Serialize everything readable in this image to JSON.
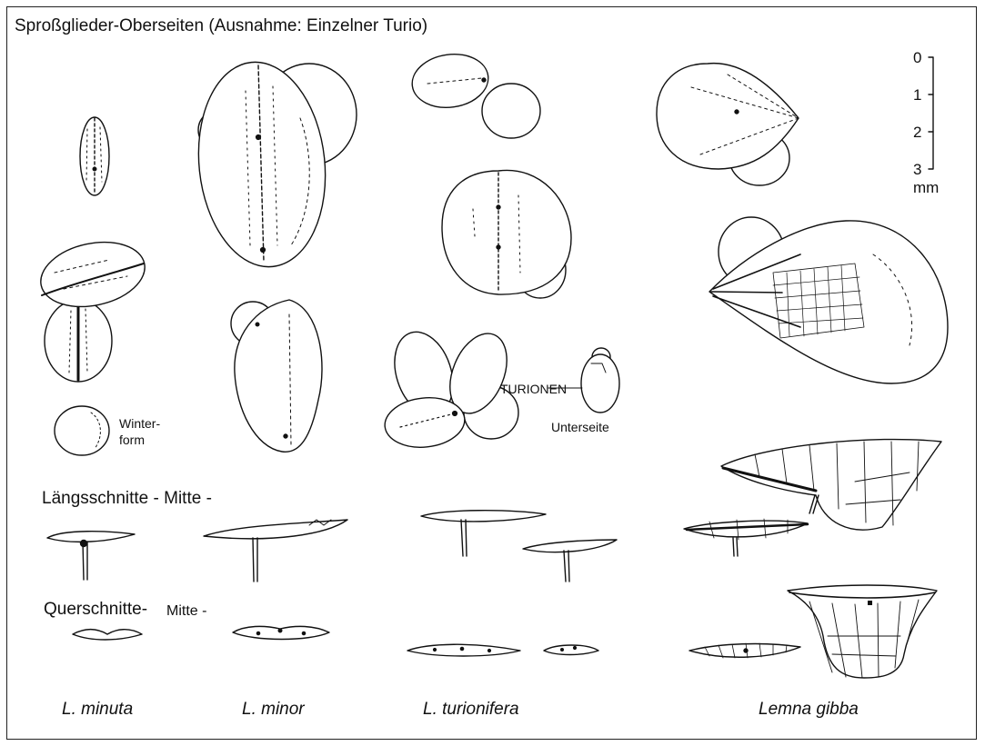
{
  "title": "Sproßglieder-Oberseiten (Ausnahme: Einzelner Turio)",
  "sections": {
    "longitudinal": "Längsschnitte - Mitte -",
    "cross_main": "Querschnitte-",
    "cross_sub": "Mitte -"
  },
  "annotations": {
    "winter": "Winter-",
    "winter2": "form",
    "turionen": "TURIONEN",
    "unterseite": "Unterseite"
  },
  "scale": {
    "ticks": [
      "0",
      "1",
      "2",
      "3"
    ],
    "unit": "mm"
  },
  "species": [
    "L. minuta",
    "L. minor",
    "L. turionifera",
    "Lemna gibba"
  ],
  "colors": {
    "ink": "#111111",
    "frame": "#222222",
    "background": "#ffffff"
  }
}
